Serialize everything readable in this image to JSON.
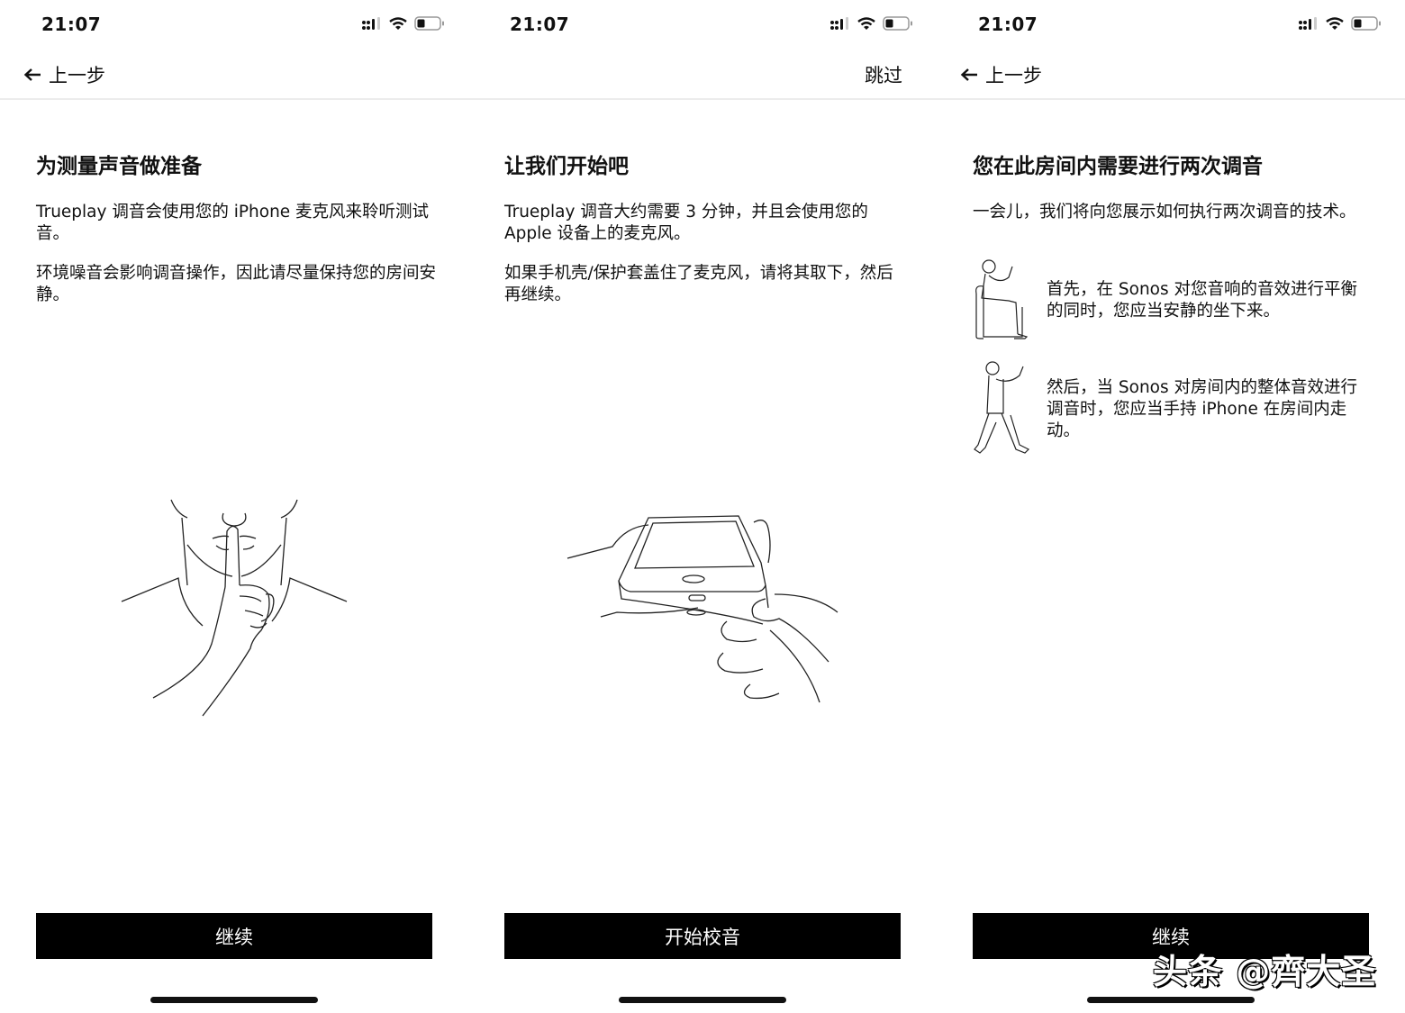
{
  "status_bar": {
    "time": "21:07",
    "icons": [
      "cellular-signal-icon",
      "wifi-icon",
      "battery-low-icon"
    ]
  },
  "screens": [
    {
      "nav": {
        "back_label": "上一步",
        "back_icon": "arrow-left-icon"
      },
      "title": "为测量声音做准备",
      "paragraphs": [
        "Trueplay 调音会使用您的 iPhone 麦克风来聆听测试音。",
        "环境噪音会影响调音操作，因此请尽量保持您的房间安静。"
      ],
      "illustration": "shush-gesture-illustration",
      "button_label": "继续"
    },
    {
      "nav": {
        "skip_label": "跳过"
      },
      "title": "让我们开始吧",
      "paragraphs": [
        "Trueplay 调音大约需要 3 分钟，并且会使用您的 Apple 设备上的麦克风。",
        "如果手机壳/保护套盖住了麦克风，请将其取下，然后再继续。"
      ],
      "illustration": "phone-held-upside-down-illustration",
      "button_label": "开始校音"
    },
    {
      "nav": {
        "back_label": "上一步",
        "back_icon": "arrow-left-icon"
      },
      "title": "您在此房间内需要进行两次调音",
      "paragraphs": [
        "一会儿，我们将向您展示如何执行两次调音的技术。"
      ],
      "steps": [
        {
          "icon": "seated-person-icon",
          "text": "首先，在 Sonos 对您音响的音效进行平衡的同时，您应当安静的坐下来。"
        },
        {
          "icon": "walking-person-icon",
          "text": "然后，当 Sonos 对房间内的整体音效进行调音时，您应当手持 iPhone 在房间内走动。"
        }
      ],
      "button_label": "继续"
    }
  ],
  "watermark": "头条 @齊大圣"
}
